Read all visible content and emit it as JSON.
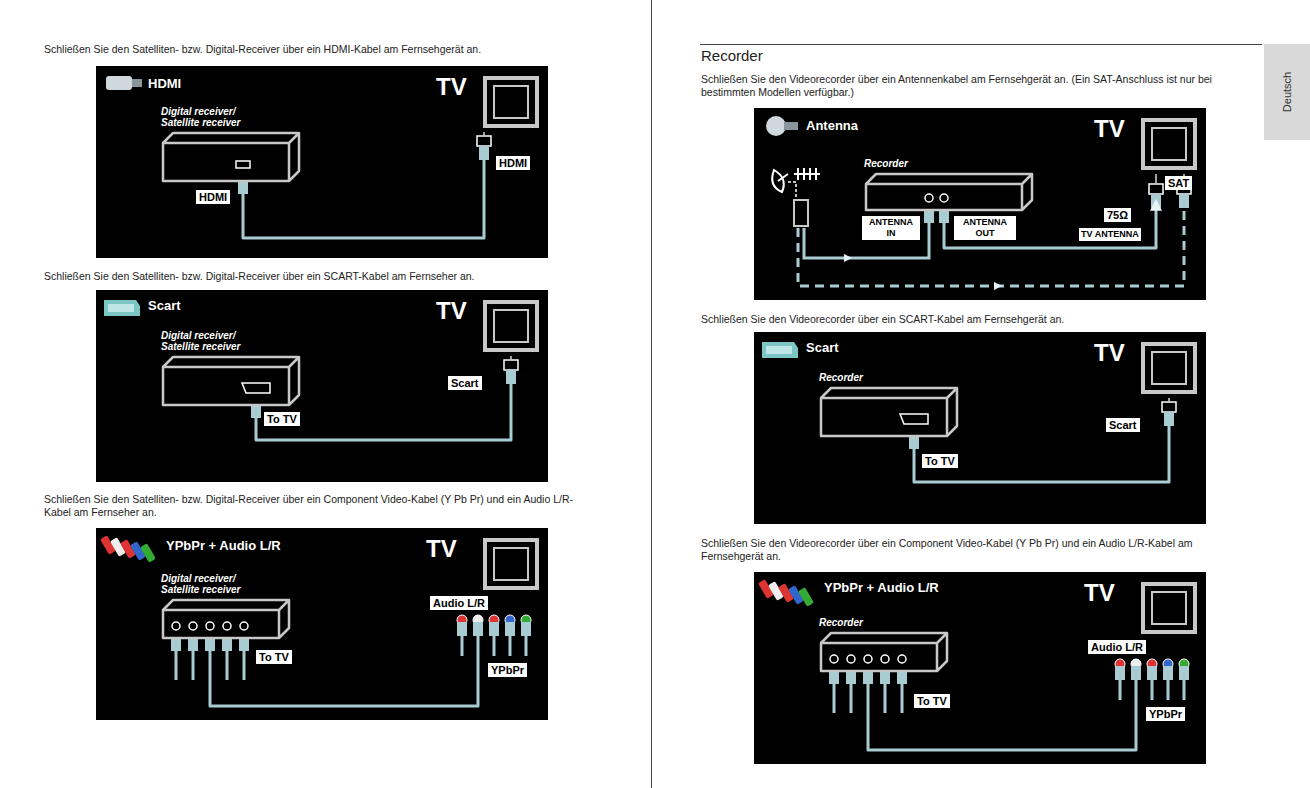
{
  "diagram": {
    "nodes": [
      {
        "text": [
          "Digital receiver/ Satellite receiver"
        ]
      },
      {
        "text": [
          "TV"
        ]
      },
      {
        "text": [
          "Digital receiver/ Satellite receiver"
        ]
      },
      {
        "text": [
          "TV"
        ]
      },
      {
        "text": [
          "Digital receiver/ Satellite receiver"
        ]
      },
      {
        "text": [
          "TV"
        ]
      },
      {
        "text": [
          "Recorder"
        ]
      },
      {
        "text": [
          "TV"
        ]
      },
      {
        "text": [
          "Recorder"
        ]
      },
      {
        "text": [
          "TV"
        ]
      },
      {
        "text": [
          "Recorder"
        ]
      },
      {
        "text": [
          "TV"
        ]
      }
    ],
    "edges": [
      {
        "from": 0,
        "to": 1,
        "arrow": "none"
      },
      {
        "from": 2,
        "to": 3,
        "arrow": "none"
      },
      {
        "from": 4,
        "to": 5,
        "arrow": "none"
      },
      {
        "from": 6,
        "to": 7,
        "arrow": "to"
      },
      {
        "from": 8,
        "to": 9,
        "arrow": "none"
      },
      {
        "from": 10,
        "to": 11,
        "arrow": "none"
      }
    ],
    "labels": [
      "Schließen Sie den Satelliten- bzw. Digital-Receiver über ein HDMI-Kabel am Fernsehgerät an.",
      "HDMI",
      "HDMI",
      "HDMI",
      "Schließen Sie den Satelliten- bzw. Digital-Receiver über ein SCART-Kabel am Fernseher an.",
      "Scart",
      "To TV",
      "Scart",
      "Schließen Sie den Satelliten- bzw. Digital-Receiver über ein Component Video-Kabel (Y Pb Pr) und ein Audio L/R-Kabel am Fernseher an.",
      "YPbPr + Audio L/R",
      "To TV",
      "Audio L/R",
      "YPbPr",
      "Recorder",
      "Deutsch",
      "Schließen Sie den Videorecorder über ein Antennenkabel am Fernsehgerät an. (Ein SAT-Anschluss ist nur bei bestimmten Modellen verfügbar.)",
      "Antenna",
      "ANTENNA IN",
      "ANTENNA OUT",
      "SAT",
      "75Ω",
      "TV ANTENNA",
      "Schließen Sie den Videorecorder über ein SCART-Kabel am Fernsehgerät an.",
      "Scart",
      "To TV",
      "Scart",
      "Schließen Sie den Videorecorder über ein Component Video-Kabel (Y Pb Pr) und ein Audio L/R-Kabel am Fernsehgerät an.",
      "YPbPr + Audio L/R",
      "To TV",
      "Audio L/R",
      "YPbPr"
    ]
  }
}
